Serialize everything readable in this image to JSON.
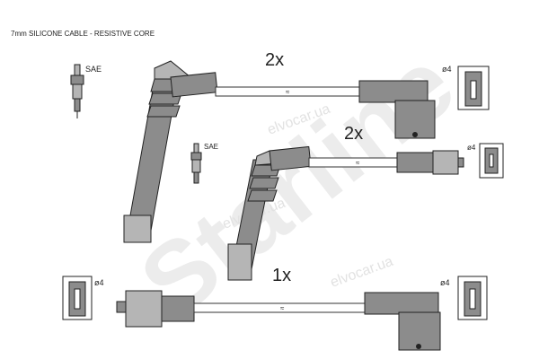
{
  "header": {
    "description": "7mm SILICONE CABLE - RESISTIVE CORE"
  },
  "watermark": {
    "brand": "Starline",
    "site": "elvocar.ua"
  },
  "sets": [
    {
      "quantity": "2x",
      "left_label": "SAE",
      "right_label": "ø4"
    },
    {
      "quantity": "2x",
      "left_label": "SAE",
      "right_label": "ø4"
    },
    {
      "quantity": "1x",
      "left_label": "ø4",
      "right_label": "ø4"
    }
  ],
  "colors": {
    "part": "#8c8c8c",
    "outline": "#222222",
    "watermark": "#e6e6e6"
  }
}
